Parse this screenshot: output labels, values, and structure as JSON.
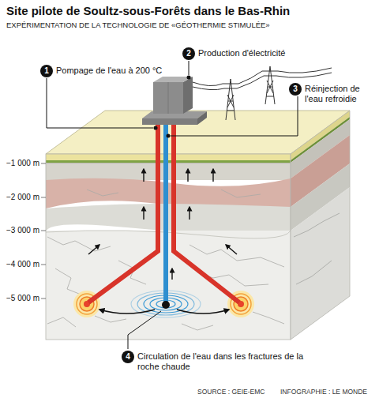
{
  "diagram": {
    "title": "Site pilote de Soultz-sous-Forêts dans le Bas-Rhin",
    "nodes": [
      {
        "text": [
          "1",
          "Pompage de l'eau à 200 °C"
        ]
      },
      {
        "text": [
          "2",
          "Production d'électricité"
        ]
      },
      {
        "text": [
          "3",
          "Réinjection de l'eau refroidie"
        ]
      },
      {
        "text": [
          "4",
          "Circulation de l'eau dans les fractures de la roche chaude"
        ]
      }
    ],
    "labels": [
      "EXPÉRIMENTATION DE LA TECHNOLOGIE DE «GÉOTHERMIE STIMULÉE»",
      "−1 000 m",
      "−2 000 m",
      "−3 000 m",
      "−4 000 m",
      "−5 000 m",
      "SOURCE : GEIE-EMC",
      "INFOGRAPHIE : LE MONDE"
    ]
  }
}
